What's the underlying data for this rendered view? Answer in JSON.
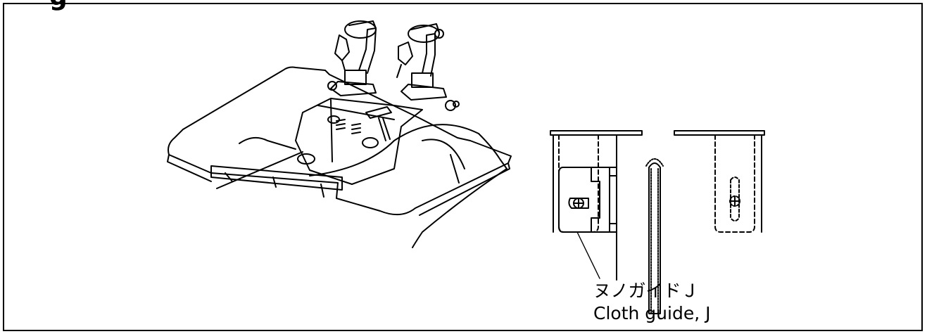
{
  "heading_fragment": "g",
  "callout": {
    "jp": "ヌノガイドＪ",
    "en": "Cloth guide, J"
  },
  "colors": {
    "line": "#000000",
    "background": "#ffffff"
  }
}
